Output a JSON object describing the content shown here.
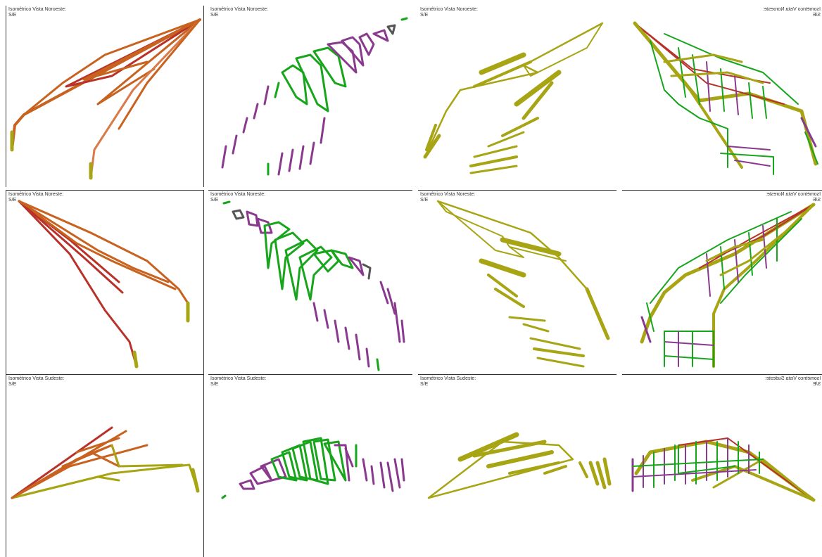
{
  "panels": [
    {
      "title": "Isométrico Vista Noroeste:",
      "sub": "S/E"
    },
    {
      "title": "Isométrico Vista Noroeste:",
      "sub": "S/E"
    },
    {
      "title": "Isométrico Vista Noroeste:",
      "sub": "S/E"
    },
    {
      "title": "Isométrico Vista Noroeste:",
      "sub": "S/E"
    },
    {
      "title": "Isométrico Vista Noreste:",
      "sub": "S/E"
    },
    {
      "title": "Isométrico Vista Noreste:",
      "sub": "S/E"
    },
    {
      "title": "Isométrico Vista Noreste:",
      "sub": "S/E"
    },
    {
      "title": "Isométrico Vista Noreste:",
      "sub": "S/E"
    },
    {
      "title": "Isométrico Vista Sudeste:",
      "sub": "S/E"
    },
    {
      "title": "Isométrico Vista Sudeste:",
      "sub": "S/E"
    },
    {
      "title": "Isométrico Vista Sudeste:",
      "sub": "S/E"
    },
    {
      "title": "Isométrico Vista Sudeste:",
      "sub": "S/E"
    }
  ],
  "colors": {
    "orange_member": "#c8621f",
    "red_member": "#b8322a",
    "olive_member": "#a7a514",
    "green_member": "#17a51c",
    "purple_member": "#8a3a8e",
    "frame": "#333333"
  }
}
